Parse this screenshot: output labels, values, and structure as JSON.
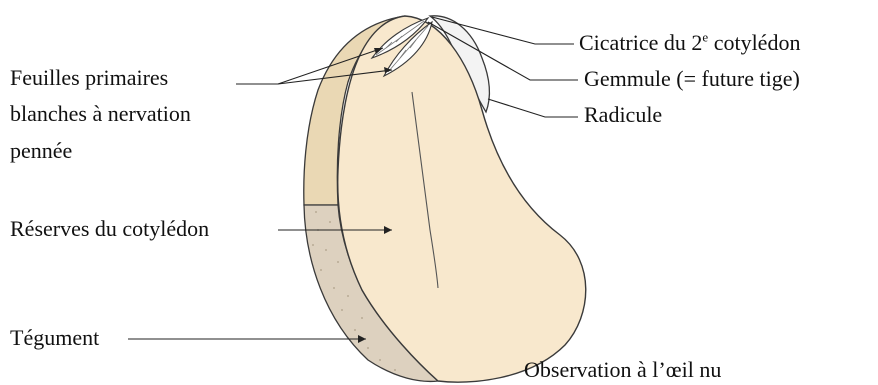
{
  "labels": {
    "feuilles_line1": "Feuilles primaires",
    "feuilles_line2": "blanches à nervation",
    "feuilles_line3": "pennée",
    "reserves": "Réserves du cotylédon",
    "tegument": "Tégument",
    "cicatrice_main": "Cicatrice du 2",
    "cicatrice_sup": "e",
    "cicatrice_tail": " cotylédon",
    "gemmule": "Gemmule (= future tige)",
    "radicule": "Radicule",
    "observation": "Observation à l’œil nu"
  },
  "colors": {
    "cotyledon": "#f8e8cd",
    "tegument_upper": "#ead8b4",
    "tegument_lower": "#ddd1bf",
    "radicle": "#f3f3f3",
    "outline": "#3a3a3a",
    "leader": "#222222"
  }
}
